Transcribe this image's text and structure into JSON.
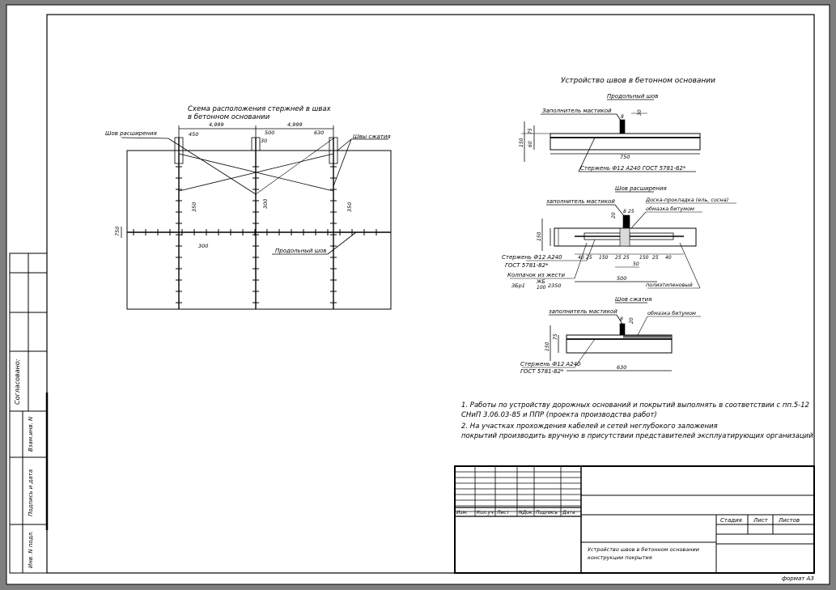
{
  "sheet": {
    "format_label": "формат А3"
  },
  "scheme": {
    "title_line1": "Схема расположения стержней в швах",
    "title_line2": "в бетонном основании",
    "dim_top_left": "4,999",
    "dim_top_right": "4,999",
    "dim_450": "450",
    "dim_500": "500",
    "dim_630": "630",
    "dim_30": "30",
    "dim_h_left": "350",
    "dim_h_mid": "300",
    "dim_h_right": "350",
    "dim_vert": "750",
    "dim_300": "300",
    "label_expansion": "Шов расширения",
    "label_compression": "Швы сжатия",
    "label_longitudinal": "Продольный шов"
  },
  "joints": {
    "title": "Устройство швов в бетонном основании",
    "long": {
      "caption": "Продольный шов",
      "filler": "Заполнитель мастикой",
      "dim_150": "150",
      "dim_75a": "75",
      "dim_60": "60",
      "dim_750": "750",
      "dim_30": "30",
      "dim_8": "8",
      "rod": "Стержень Ф12 А240 ГОСТ 5781-82*"
    },
    "expansion": {
      "caption": "Шов расширения",
      "filler": "заполнитель мастикой",
      "pad": "Доска-прокладка (ель, сосна)",
      "paint": "обмазка битумом",
      "dim_20": "20",
      "dim_8": "8",
      "dim_25": "25",
      "dim_150": "150",
      "dims_row": [
        "40",
        "25",
        "150",
        "25",
        "25",
        "150",
        "25",
        "40"
      ],
      "dim_50": "50",
      "dim_500": "500",
      "rod_1": "Стержень Ф12 А240",
      "rod_2": "ГОСТ 5781-82*",
      "cap": "Колпачок из жести",
      "zh1": "ЖБ",
      "zh2": "100",
      "gost": "ЗБр1",
      "gost_num": "2350",
      "cap_right": "полиэтиленовый"
    },
    "compression": {
      "caption": "Шов сжатия",
      "filler": "заполнитель мастикой",
      "paint": "обмазка битумом",
      "dim_8": "8",
      "dim_20": "20",
      "dim_150": "150",
      "dim_75": "75",
      "rod_1": "Стержень Ф12 А240",
      "rod_2": "ГОСТ 5781-82*",
      "dim_630": "630"
    }
  },
  "notes": {
    "line1": "1.  Работы по устройству дорожных оснований и покрытий выполнять в соответствии с пп.5-12",
    "line2": "СНиП 3.06.03-85 и ППР (проекта производства работ)",
    "line3": "2.  На участках прохождения кабелей и сетей неглубокого заложения",
    "line4": "покрытий производить вручную в присутствии представителей эксплуатирующих организаций"
  },
  "left_strip": {
    "soglasovano": "Согласовано:",
    "vzam_inv": "Взам.инв. N",
    "podpis_data": "Подпись и дата",
    "inv_podl": "Инв. N подл."
  },
  "title_block": {
    "col_headers": [
      "Изм.",
      "Кол.уч.",
      "Лист",
      "NДок.",
      "Подпись",
      "Дата"
    ],
    "stadiya": "Стадия",
    "list": "Лист",
    "listov": "Листов",
    "doc_title_1": "Устройство швов в бетонном основании",
    "doc_title_2": "конструкции покрытия"
  }
}
